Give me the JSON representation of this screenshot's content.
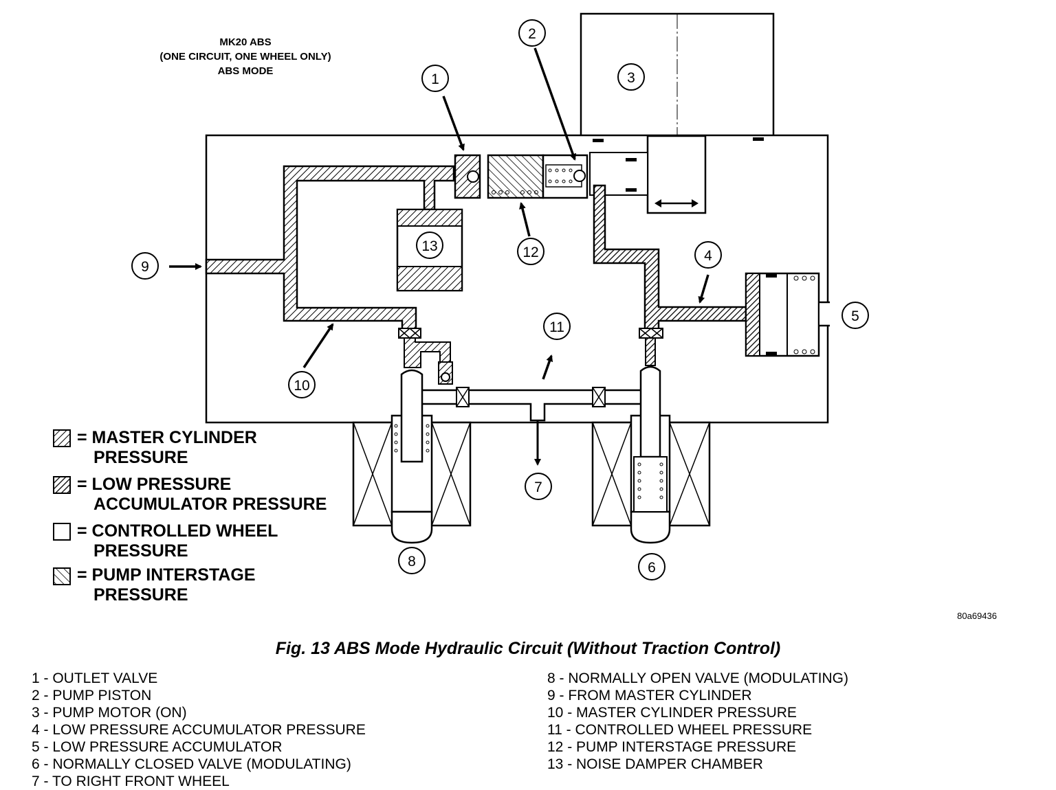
{
  "header": {
    "line1": "MK20 ABS",
    "line2": "(ONE CIRCUIT, ONE WHEEL ONLY)",
    "line3": "ABS MODE"
  },
  "callouts": {
    "c1": "1",
    "c2": "2",
    "c3": "3",
    "c4": "4",
    "c5": "5",
    "c6": "6",
    "c7": "7",
    "c8": "8",
    "c9": "9",
    "c10": "10",
    "c11": "11",
    "c12": "12",
    "c13": "13"
  },
  "legend": [
    {
      "line1": "= MASTER CYLINDER",
      "line2": "PRESSURE"
    },
    {
      "line1": "= LOW PRESSURE",
      "line2": "ACCUMULATOR PRESSURE"
    },
    {
      "line1": "= CONTROLLED WHEEL",
      "line2": "PRESSURE"
    },
    {
      "line1": "= PUMP INTERSTAGE",
      "line2": "PRESSURE"
    }
  ],
  "figure_code": "80a69436",
  "caption": "Fig. 13 ABS Mode Hydraulic Circuit (Without Traction Control)",
  "key_left": [
    "1 - OUTLET VALVE",
    "2 - PUMP PISTON",
    "3 - PUMP MOTOR (ON)",
    "4 - LOW PRESSURE ACCUMULATOR PRESSURE",
    "5 - LOW PRESSURE ACCUMULATOR",
    "6 - NORMALLY CLOSED VALVE (MODULATING)",
    "7 - TO RIGHT FRONT WHEEL"
  ],
  "key_right": [
    "8 - NORMALLY OPEN VALVE (MODULATING)",
    "9 - FROM MASTER CYLINDER",
    "10 - MASTER CYLINDER PRESSURE",
    "11 - CONTROLLED WHEEL PRESSURE",
    "12 - PUMP INTERSTAGE PRESSURE",
    "13 - NOISE DAMPER CHAMBER"
  ]
}
